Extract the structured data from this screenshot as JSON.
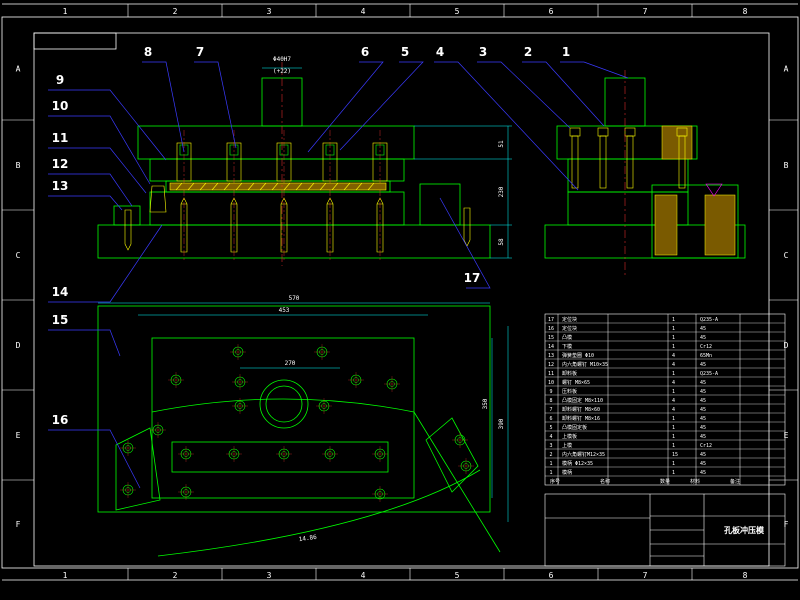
{
  "colors": {
    "background": "#000000",
    "frame": "#ffffff",
    "part": "#00ff00",
    "callout": "#3a3aff",
    "dimension": "#00ffff",
    "hatch": "#ffff00",
    "center": "#ff3030",
    "text": "#ffffff",
    "magenta": "#ff00ff"
  },
  "zones": {
    "columns": [
      "1",
      "2",
      "3",
      "4",
      "5",
      "6",
      "7",
      "8"
    ],
    "rows": [
      "A",
      "B",
      "C",
      "D",
      "E",
      "F"
    ]
  },
  "callouts": [
    "1",
    "2",
    "3",
    "4",
    "5",
    "6",
    "7",
    "8",
    "9",
    "10",
    "11",
    "12",
    "13",
    "14",
    "15",
    "16",
    "17"
  ],
  "dimensions": {
    "top_bore": "Φ40H7",
    "top_bore_sub": "(+22)",
    "height_upper": "51",
    "height_total": "230",
    "height_lower": "58",
    "width_outer": "570",
    "width_inner": "453",
    "width_mid": "270",
    "depth_outer": "390",
    "depth_inner": "350",
    "arc": "14.86"
  },
  "bom": {
    "rows": [
      [
        "17",
        "定位块",
        "1",
        "Q235-A"
      ],
      [
        "16",
        "定位块",
        "1",
        "45"
      ],
      [
        "15",
        "凸模",
        "1",
        "45"
      ],
      [
        "14",
        "下模",
        "1",
        "Cr12"
      ],
      [
        "13",
        "弹簧垫圈 Φ10",
        "4",
        "65Mn"
      ],
      [
        "12",
        "内六角螺钉 M10×35",
        "4",
        "45"
      ],
      [
        "11",
        "卸料板",
        "1",
        "Q235-A"
      ],
      [
        "10",
        "螺钉 M8×65",
        "4",
        "45"
      ],
      [
        "9",
        "压料板",
        "1",
        "45"
      ],
      [
        "8",
        "凸模固定 M8×110",
        "4",
        "45"
      ],
      [
        "7",
        "卸料螺钉 M8×60",
        "4",
        "45"
      ],
      [
        "6",
        "卸料螺钉 M8×16",
        "1",
        "45"
      ],
      [
        "5",
        "凸模固定板",
        "1",
        "45"
      ],
      [
        "4",
        "上模板",
        "1",
        "45"
      ],
      [
        "3",
        "上模",
        "1",
        "Cr12"
      ],
      [
        "2",
        "内六角螺钉M12×35",
        "15",
        "45"
      ],
      [
        "1",
        "模柄 Φ12×35",
        "1",
        "45"
      ],
      [
        "1",
        "模柄",
        "1",
        "45"
      ]
    ],
    "header": [
      "序号",
      "名称",
      "数量",
      "材料",
      "备注"
    ],
    "title": "孔板冲压模"
  }
}
